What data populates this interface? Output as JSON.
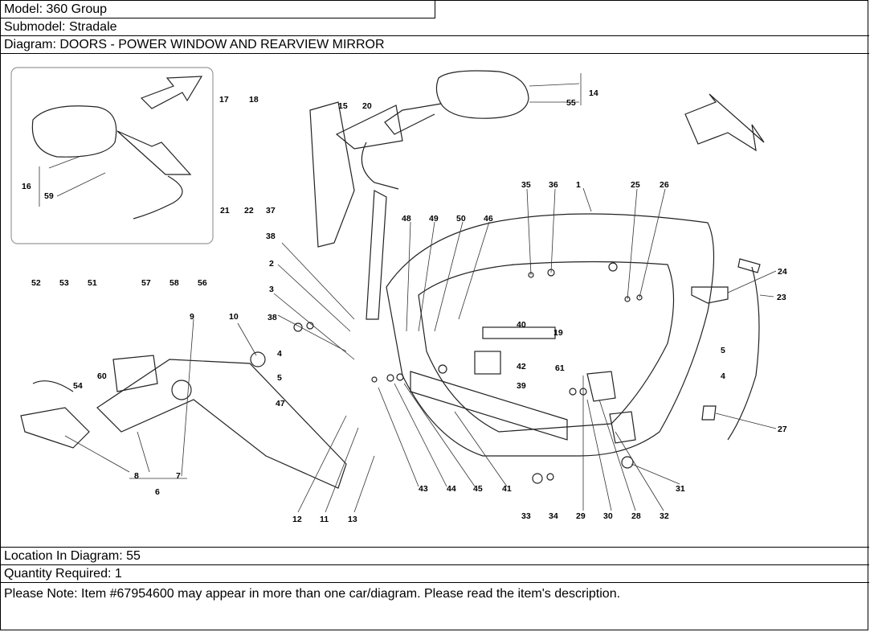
{
  "header": {
    "model": "Model: 360 Group",
    "submodel": "Submodel: Stradale",
    "diagram": "Diagram: DOORS - POWER WINDOW AND REARVIEW MIRROR"
  },
  "footer": {
    "location": "Location In Diagram: 55",
    "quantity": "Quantity Required: 1",
    "note": "Please Note: Item #67954600 may appear in more than one car/diagram. Please read the item's description."
  },
  "callouts": {
    "c1": "1",
    "c2": "2",
    "c3": "3",
    "c4a": "4",
    "c4b": "4",
    "c5a": "5",
    "c5b": "5",
    "c6": "6",
    "c7": "7",
    "c8": "8",
    "c9": "9",
    "c10": "10",
    "c11": "11",
    "c12": "12",
    "c13": "13",
    "c14": "14",
    "c15": "15",
    "c16": "16",
    "c17": "17",
    "c18": "18",
    "c19": "19",
    "c20": "20",
    "c21": "21",
    "c22": "22",
    "c23": "23",
    "c24": "24",
    "c25": "25",
    "c26": "26",
    "c27": "27",
    "c28": "28",
    "c29": "29",
    "c30": "30",
    "c31": "31",
    "c32": "32",
    "c33": "33",
    "c34": "34",
    "c35": "35",
    "c36": "36",
    "c37": "37",
    "c38a": "38",
    "c38b": "38",
    "c39": "39",
    "c40": "40",
    "c41": "41",
    "c42": "42",
    "c43": "43",
    "c44": "44",
    "c45": "45",
    "c46": "46",
    "c47": "47",
    "c48": "48",
    "c49": "49",
    "c50": "50",
    "c51": "51",
    "c52": "52",
    "c53": "53",
    "c54": "54",
    "c55": "55",
    "c56": "56",
    "c57": "57",
    "c58": "58",
    "c59": "59",
    "c60": "60",
    "c61": "61"
  }
}
